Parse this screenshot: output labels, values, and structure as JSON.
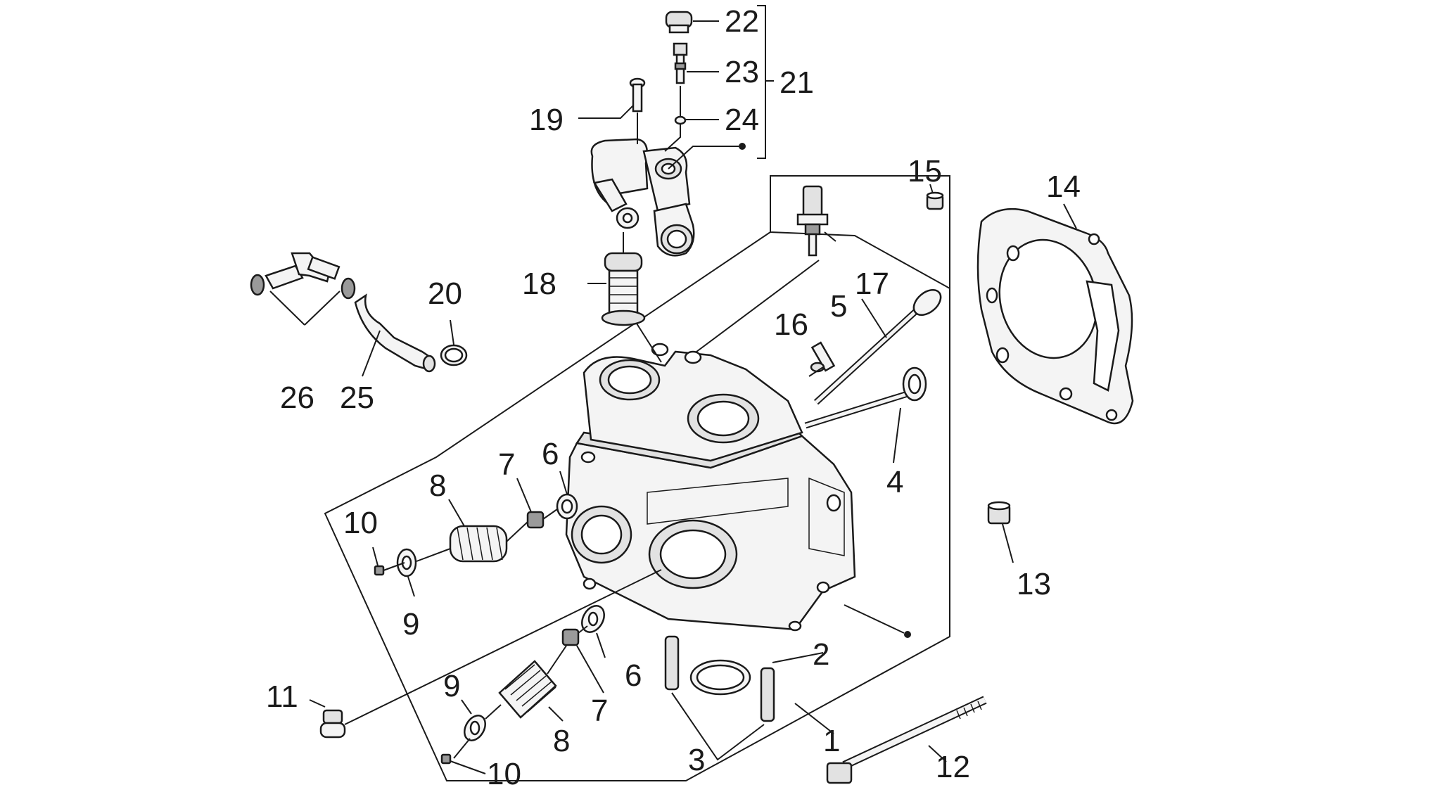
{
  "callouts": {
    "c1": "1",
    "c2": "2",
    "c3": "3",
    "c4": "4",
    "c5": "5",
    "c6a": "6",
    "c6b": "6",
    "c7a": "7",
    "c7b": "7",
    "c8a": "8",
    "c8b": "8",
    "c9a": "9",
    "c9b": "9",
    "c10a": "10",
    "c10b": "10",
    "c11": "11",
    "c12": "12",
    "c13": "13",
    "c14": "14",
    "c15": "15",
    "c16": "16",
    "c17": "17",
    "c18": "18",
    "c19": "19",
    "c20": "20",
    "c21": "21",
    "c22": "22",
    "c23": "23",
    "c24": "24",
    "c25": "25",
    "c26": "26"
  }
}
